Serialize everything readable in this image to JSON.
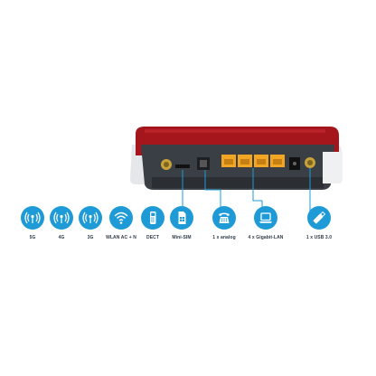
{
  "features": [
    {
      "label": "5G",
      "icon": "antenna-icon"
    },
    {
      "label": "4G",
      "icon": "antenna-icon"
    },
    {
      "label": "3G",
      "icon": "antenna-icon"
    },
    {
      "label": "WLAN AC + N",
      "icon": "wifi-icon"
    },
    {
      "label": "DECT",
      "icon": "dect-phone-icon"
    },
    {
      "label": "Mini-SIM",
      "icon": "sim-card-icon"
    },
    {
      "label": "1 x analog",
      "icon": "telephone-icon"
    },
    {
      "label": "4 x Gigabit-LAN",
      "icon": "laptop-icon"
    },
    {
      "label": "1 x USB 3.0",
      "icon": "usb-stick-icon"
    }
  ],
  "colors": {
    "accent": "#1e9bd7",
    "router_red": "#a4151c",
    "router_dark": "#3a3f45",
    "lan_ports": "#f2a623",
    "label_text": "#2f3a45"
  }
}
